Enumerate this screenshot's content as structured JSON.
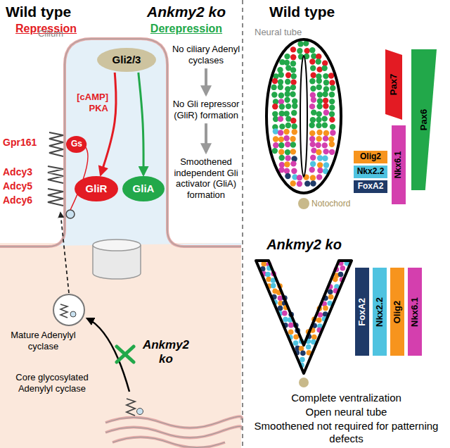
{
  "diagram": {
    "nodes": [
      {
        "text": [
          "Gli2/3"
        ]
      },
      {
        "text": [
          "Gs"
        ]
      },
      {
        "text": [
          "GliR"
        ]
      },
      {
        "text": [
          "GliA"
        ]
      },
      {
        "text": [
          "Pax7"
        ]
      },
      {
        "text": [
          "Pax6"
        ]
      },
      {
        "text": [
          "Nkx6.1"
        ]
      },
      {
        "text": [
          "Olig2"
        ]
      },
      {
        "text": [
          "Nkx2.2"
        ]
      },
      {
        "text": [
          "FoxA2"
        ]
      },
      {
        "text": [
          "FoxA2"
        ]
      },
      {
        "text": [
          "Nkx2.2"
        ]
      },
      {
        "text": [
          "Olig2"
        ]
      },
      {
        "text": [
          "Nkx6.1"
        ]
      }
    ],
    "edges": [
      {
        "from": 0,
        "to": 2,
        "arrow": "to",
        "label": "[cAMP] PKA"
      },
      {
        "from": 0,
        "to": 3,
        "arrow": "to"
      }
    ],
    "labels": [
      "Wild type",
      "Repression",
      "Ankmy2 ko",
      "Derepression",
      "Cilium",
      "Gpr161",
      "Adcy3",
      "Adcy5",
      "Adcy6",
      "No ciliary Adenyl cyclases",
      "No Gli repressor (GliR) formation",
      "Smoothened independent Gli activator (GliA) formation",
      "Mature Adenylyl cyclase",
      "Ankmy2 ko",
      "Core glycosylated Adenylyl cyclase",
      "Wild type",
      "Neural tube",
      "Notochord",
      "Ankmy2 ko",
      "Complete ventralization",
      "Open neural tube",
      "Smoothened not required for patterning defects"
    ]
  }
}
